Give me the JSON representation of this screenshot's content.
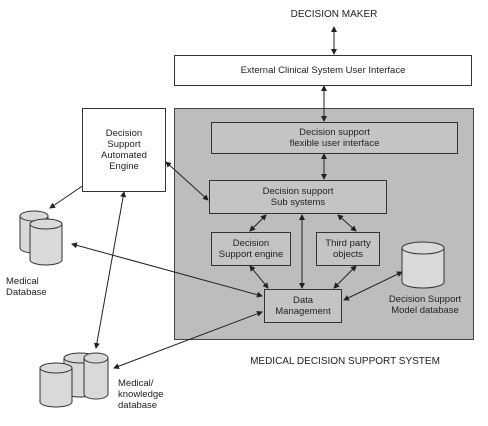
{
  "title": "DECISION MAKER",
  "system_label": "MEDICAL DECISION SUPPORT SYSTEM",
  "boxes": {
    "external_ui": "External Clinical System User Interface",
    "automated_engine": [
      "Decision",
      "Support",
      "Automated",
      "Engine"
    ],
    "flexible_ui": [
      "Decision support",
      "flexible user interface"
    ],
    "sub_systems": [
      "Decision support",
      "Sub systems"
    ],
    "support_engine": [
      "Decision",
      "Support engine"
    ],
    "third_party": [
      "Third party",
      "objects"
    ],
    "data_management": [
      "Data",
      "Management"
    ]
  },
  "databases": {
    "medical_db": [
      "Medical",
      "Database"
    ],
    "model_db": [
      "Decision Support",
      "Model database"
    ],
    "knowledge_db": [
      "Medical/",
      "knowledge",
      "database"
    ]
  },
  "colors": {
    "panel": "#bdbdbd",
    "inner_box": "#c4c4c4",
    "line": "#333333"
  }
}
